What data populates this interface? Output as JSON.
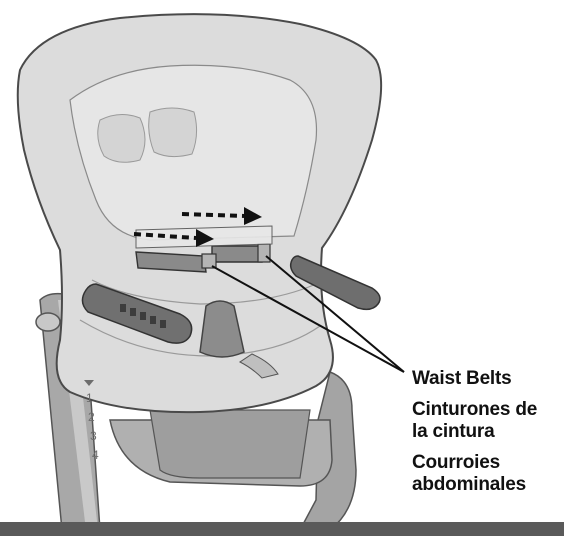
{
  "labels": {
    "english": "Waist Belts",
    "spanish": "Cinturones de\nla cintura",
    "french": "Courroies\nabdominales"
  },
  "height_scale": [
    "1",
    "2",
    "3",
    "4"
  ],
  "colors": {
    "seat_pad": "#dcdcdc",
    "frame": "#9a9a9a",
    "belt": "#8a8a8a",
    "armrest": "#6e6e6e",
    "bar": "#5a5a5a"
  }
}
